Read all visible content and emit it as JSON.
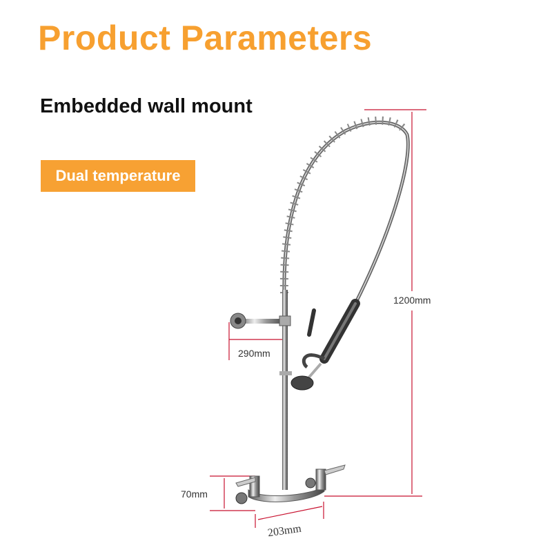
{
  "header": {
    "title": "Product Parameters",
    "subtitle": "Embedded wall mount"
  },
  "badge": {
    "label": "Dual temperature"
  },
  "dimensions": {
    "height": "1200mm",
    "arm_length": "290mm",
    "handle_height": "70mm",
    "center_spacing": "203mm"
  },
  "colors": {
    "accent": "#f7a030",
    "dimension_line": "#c8102e",
    "text": "#111111"
  },
  "product_image": {
    "icon": "pre-rinse-faucet-illustration"
  }
}
